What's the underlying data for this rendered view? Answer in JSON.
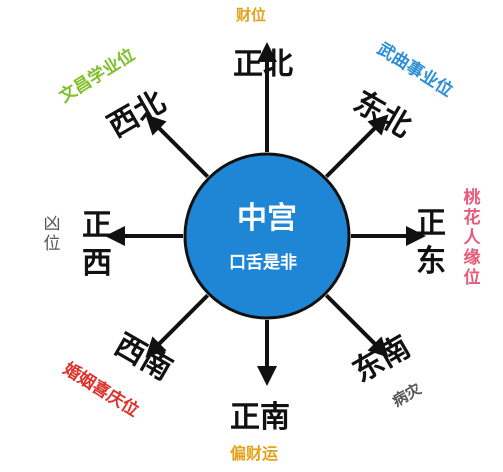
{
  "center": {
    "title": "中宫",
    "subtitle": "口舌是非"
  },
  "directions": {
    "north": "正北",
    "northeast": "东北",
    "east": "正东",
    "southeast": "东南",
    "south": "正南",
    "southwest": "西南",
    "west": "正西",
    "northwest": "西北"
  },
  "annotations": {
    "north": "财位",
    "northeast": "武曲事业位",
    "east": "桃花人缘位",
    "southeast": "病灾",
    "south": "偏财运",
    "southwest": "婚姻喜庆位",
    "west": "凶位",
    "northwest": "文昌学业位"
  },
  "colors": {
    "circle_fill": "#1f86d6",
    "circle_stroke": "#111111",
    "arrow": "#111111",
    "north_annotation": "#e3a21a",
    "northeast_annotation": "#2a8ed8",
    "east_annotation": "#e85a7a",
    "southeast_annotation": "#555555",
    "south_annotation": "#e3a21a",
    "southwest_annotation": "#e0302a",
    "west_annotation": "#555555",
    "northwest_annotation": "#7fbf2a"
  }
}
